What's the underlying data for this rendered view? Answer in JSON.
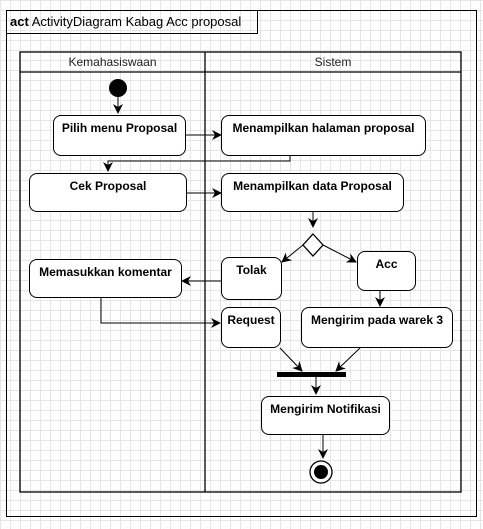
{
  "frame": {
    "keyword": "act",
    "title": "ActivityDiagram Kabag Acc proposal"
  },
  "lanes": {
    "left": "Kemahasiswaan",
    "right": "Sistem"
  },
  "nodes": {
    "pilih_menu": "Pilih menu Proposal",
    "menampilkan_halaman": "Menampilkan halaman proposal",
    "cek_proposal": "Cek Proposal",
    "menampilkan_data": "Menampilkan data Proposal",
    "tolak": "Tolak",
    "acc": "Acc",
    "memasukkan_komentar": "Memasukkan komentar",
    "request": "Request",
    "mengirim_warek": "Mengirim pada warek 3",
    "mengirim_notifikasi": "Mengirim Notifikasi"
  }
}
